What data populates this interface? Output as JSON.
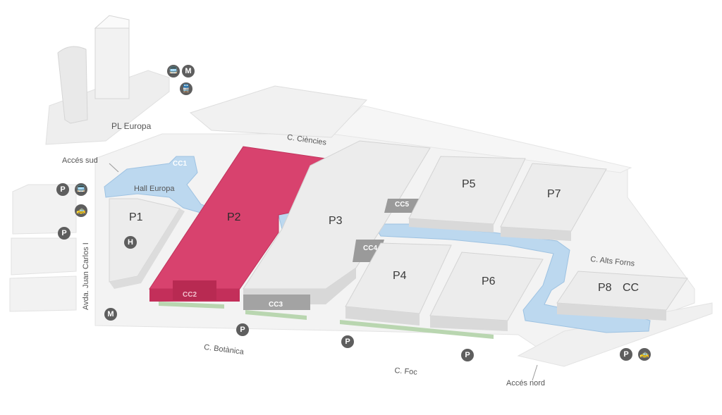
{
  "halls": {
    "p1": "P1",
    "p2": "P2",
    "p3": "P3",
    "p4": "P4",
    "p5": "P5",
    "p6": "P6",
    "p7": "P7",
    "p8": "P8",
    "p8_cc": "CC"
  },
  "congress_centers": {
    "cc1": "CC1",
    "cc2": "CC2",
    "cc3": "CC3",
    "cc4": "CC4",
    "cc5": "CC5"
  },
  "places": {
    "pl_europa": "PL Europa",
    "hall_europa": "Hall Europa"
  },
  "streets": {
    "c_ciencies": "C. Ciències",
    "c_botanica": "C. Botànica",
    "c_foc": "C. Foc",
    "c_alts_forns": "C. Alts Forns",
    "avda_juan_carlos": "Avda. Juan Carlos I"
  },
  "accesses": {
    "acces_sud": "Accés sud",
    "acces_nord": "Accés nord"
  },
  "icons": {
    "parking": "P",
    "metro": "M",
    "hotel": "H"
  },
  "colors": {
    "highlight_hall": "#d8426e",
    "walkway": "#b9d6ee",
    "building": "#ececec",
    "ground": "#f4f4f4",
    "green_strip": "#b9d6b0",
    "icon_badge": "#5e5e5e"
  }
}
